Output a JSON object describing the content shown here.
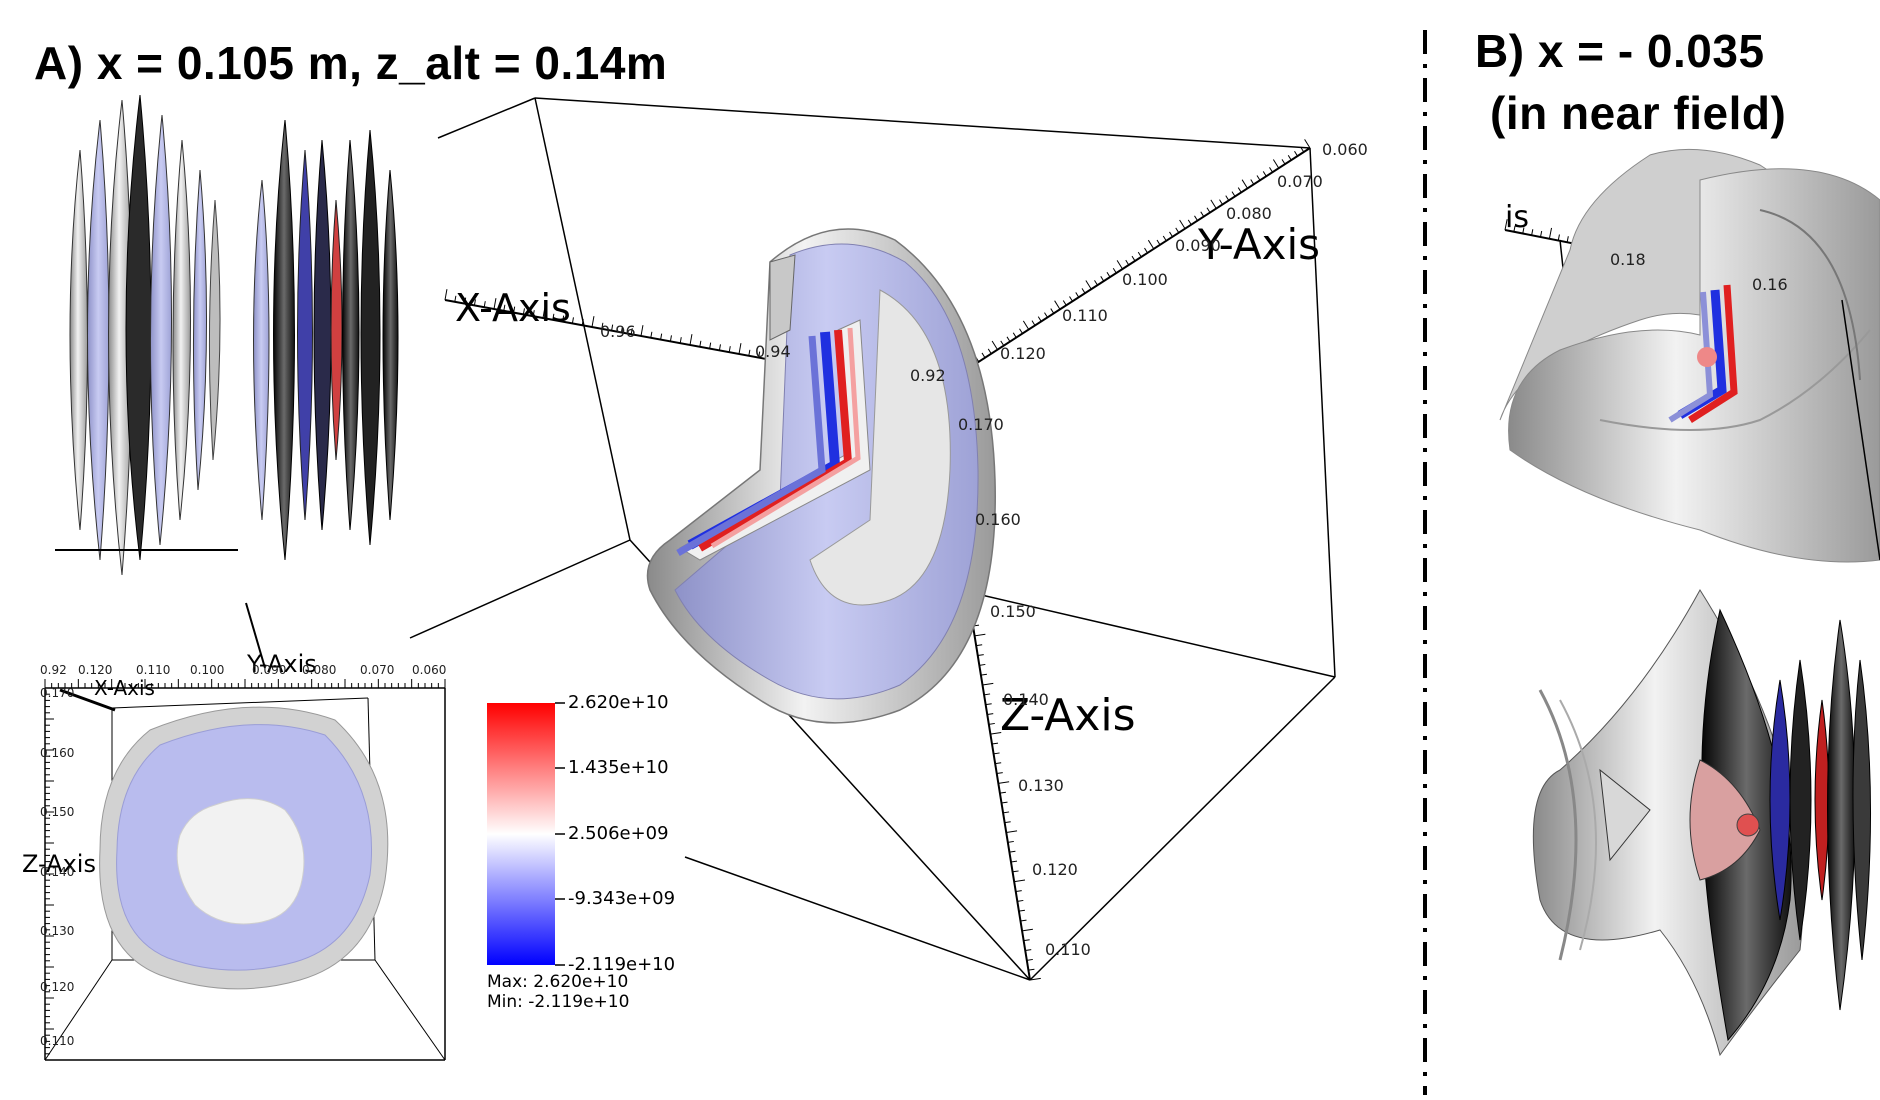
{
  "panel_a": {
    "title": "A) x = 0.105 m, z_alt = 0.14m",
    "main_view": {
      "x_axis_label": "X-Axis",
      "y_axis_label": "Y-Axis",
      "z_axis_label": "Z-Axis",
      "x_ticks": [
        "0.96",
        "0.94",
        "0.92"
      ],
      "y_ticks": [
        "0.060",
        "0.070",
        "0.080",
        "0.090",
        "0.100",
        "0.110",
        "0.120"
      ],
      "z_ticks": [
        "0.170",
        "0.160",
        "0.150",
        "0.140",
        "0.130",
        "0.120",
        "0.110"
      ]
    },
    "top_view": {
      "y_axis_label": "Y-Axis",
      "x_axis_label": "X-Axis",
      "z_axis_label": "Z-Axis",
      "y_ticks": [
        "0.92",
        "0.120",
        "0.110",
        "0.100",
        "0.090",
        "0.080",
        "0.070",
        "0.060"
      ],
      "z_ticks": [
        "0.170",
        "0.160",
        "0.150",
        "0.140",
        "0.130",
        "0.120",
        "0.110"
      ]
    },
    "colorbar": {
      "ticks": [
        "2.620e+10",
        "1.435e+10",
        "2.506e+09",
        "-9.343e+09",
        "-2.119e+10"
      ],
      "max_label": "Max:  2.620e+10",
      "min_label": "Min: -2.119e+10",
      "colors": {
        "max": "#ff0000",
        "mid": "#ffffff",
        "min": "#0000ff"
      }
    }
  },
  "panel_b": {
    "title_line1": "B) x = - 0.035",
    "title_line2": "(in near field)",
    "axis_fragment": "is",
    "ticks": [
      "0.18",
      "0.16"
    ]
  },
  "colors": {
    "shell_gray": "#d9d9d9",
    "shell_lavender": "#b4b8ea",
    "dark_shell": "#1e1e1e",
    "accent_red": "#e02020",
    "accent_blue": "#2030e0"
  }
}
